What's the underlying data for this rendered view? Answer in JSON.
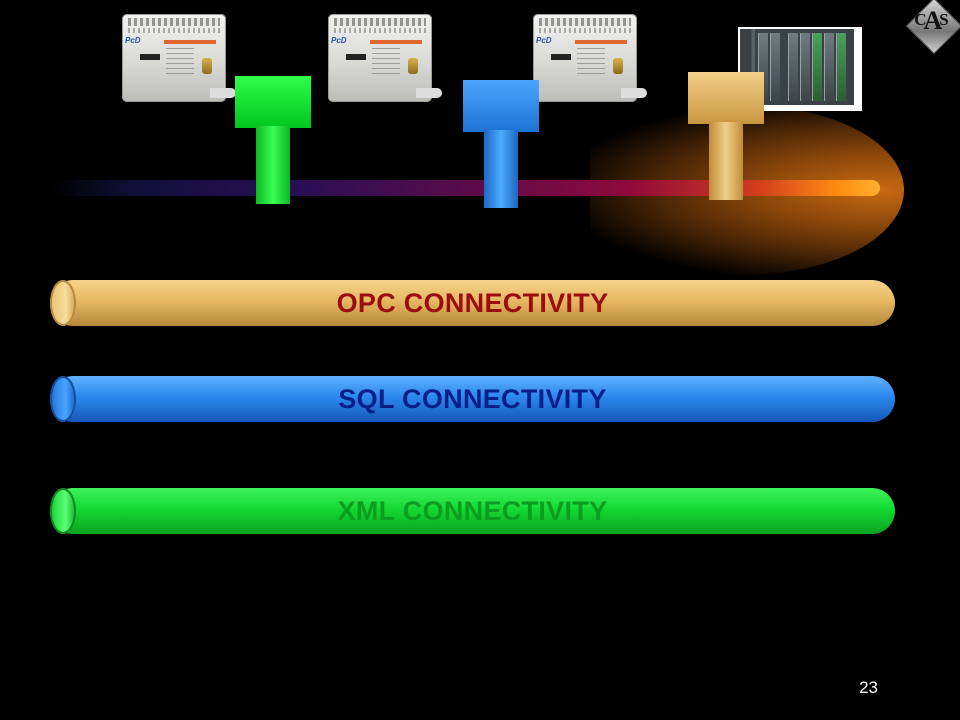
{
  "pipes": [
    {
      "id": "opc",
      "label": "OPC CONNECTIVITY"
    },
    {
      "id": "sql",
      "label": "SQL CONNECTIVITY"
    },
    {
      "id": "xml",
      "label": "XML CONNECTIVITY"
    }
  ],
  "devices": {
    "pcd_brand": "PcD",
    "names": [
      "pcd-controller",
      "pcd-controller",
      "pcd-controller",
      "siemens-plc-rack"
    ]
  },
  "logo": {
    "text_left": "C",
    "text_mid": "A",
    "text_right": "S"
  },
  "page": {
    "number": "23"
  },
  "colors": {
    "opc_label": "#9b0d0d",
    "sql_label": "#0a1e8a",
    "xml_label": "#0b9e1d",
    "tee_green": "#00d22a",
    "tee_blue": "#2a86ea",
    "tee_gold": "#e4b05c"
  }
}
